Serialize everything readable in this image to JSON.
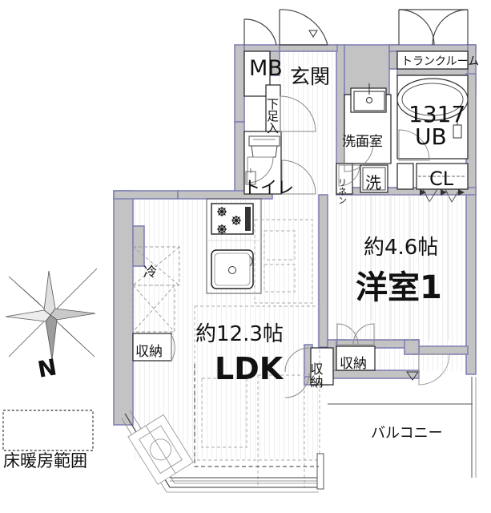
{
  "plan": {
    "title_rooms": {
      "ldk_area": "約12.3帖",
      "ldk": "LDK",
      "room1_area": "約4.6帖",
      "room1": "洋室1"
    },
    "labels": {
      "mb": "MB",
      "genkan": "玄関",
      "shoe_cabinet": "下足入",
      "toilet": "トイレ",
      "washroom": "洗面室",
      "linen": "リネン",
      "washer": "洗",
      "trunk_room": "トランクルーム",
      "ub_size": "1317",
      "ub": "UB",
      "closet": "CL",
      "fridge": "冷",
      "storage_kitchen": "収納",
      "storage_ldk": "収納",
      "storage_room": "収納",
      "balcony": "バルコニー"
    },
    "legend": {
      "floor_heating": "床暖房範囲"
    },
    "compass": {
      "north": "N"
    },
    "colors": {
      "wall_fill": "#c3c3c3",
      "wall_stroke": "#8181b5",
      "line": "#1a1a1a",
      "thin_line": "#9a9a9a",
      "text": "#111111",
      "background": "#ffffff"
    }
  }
}
